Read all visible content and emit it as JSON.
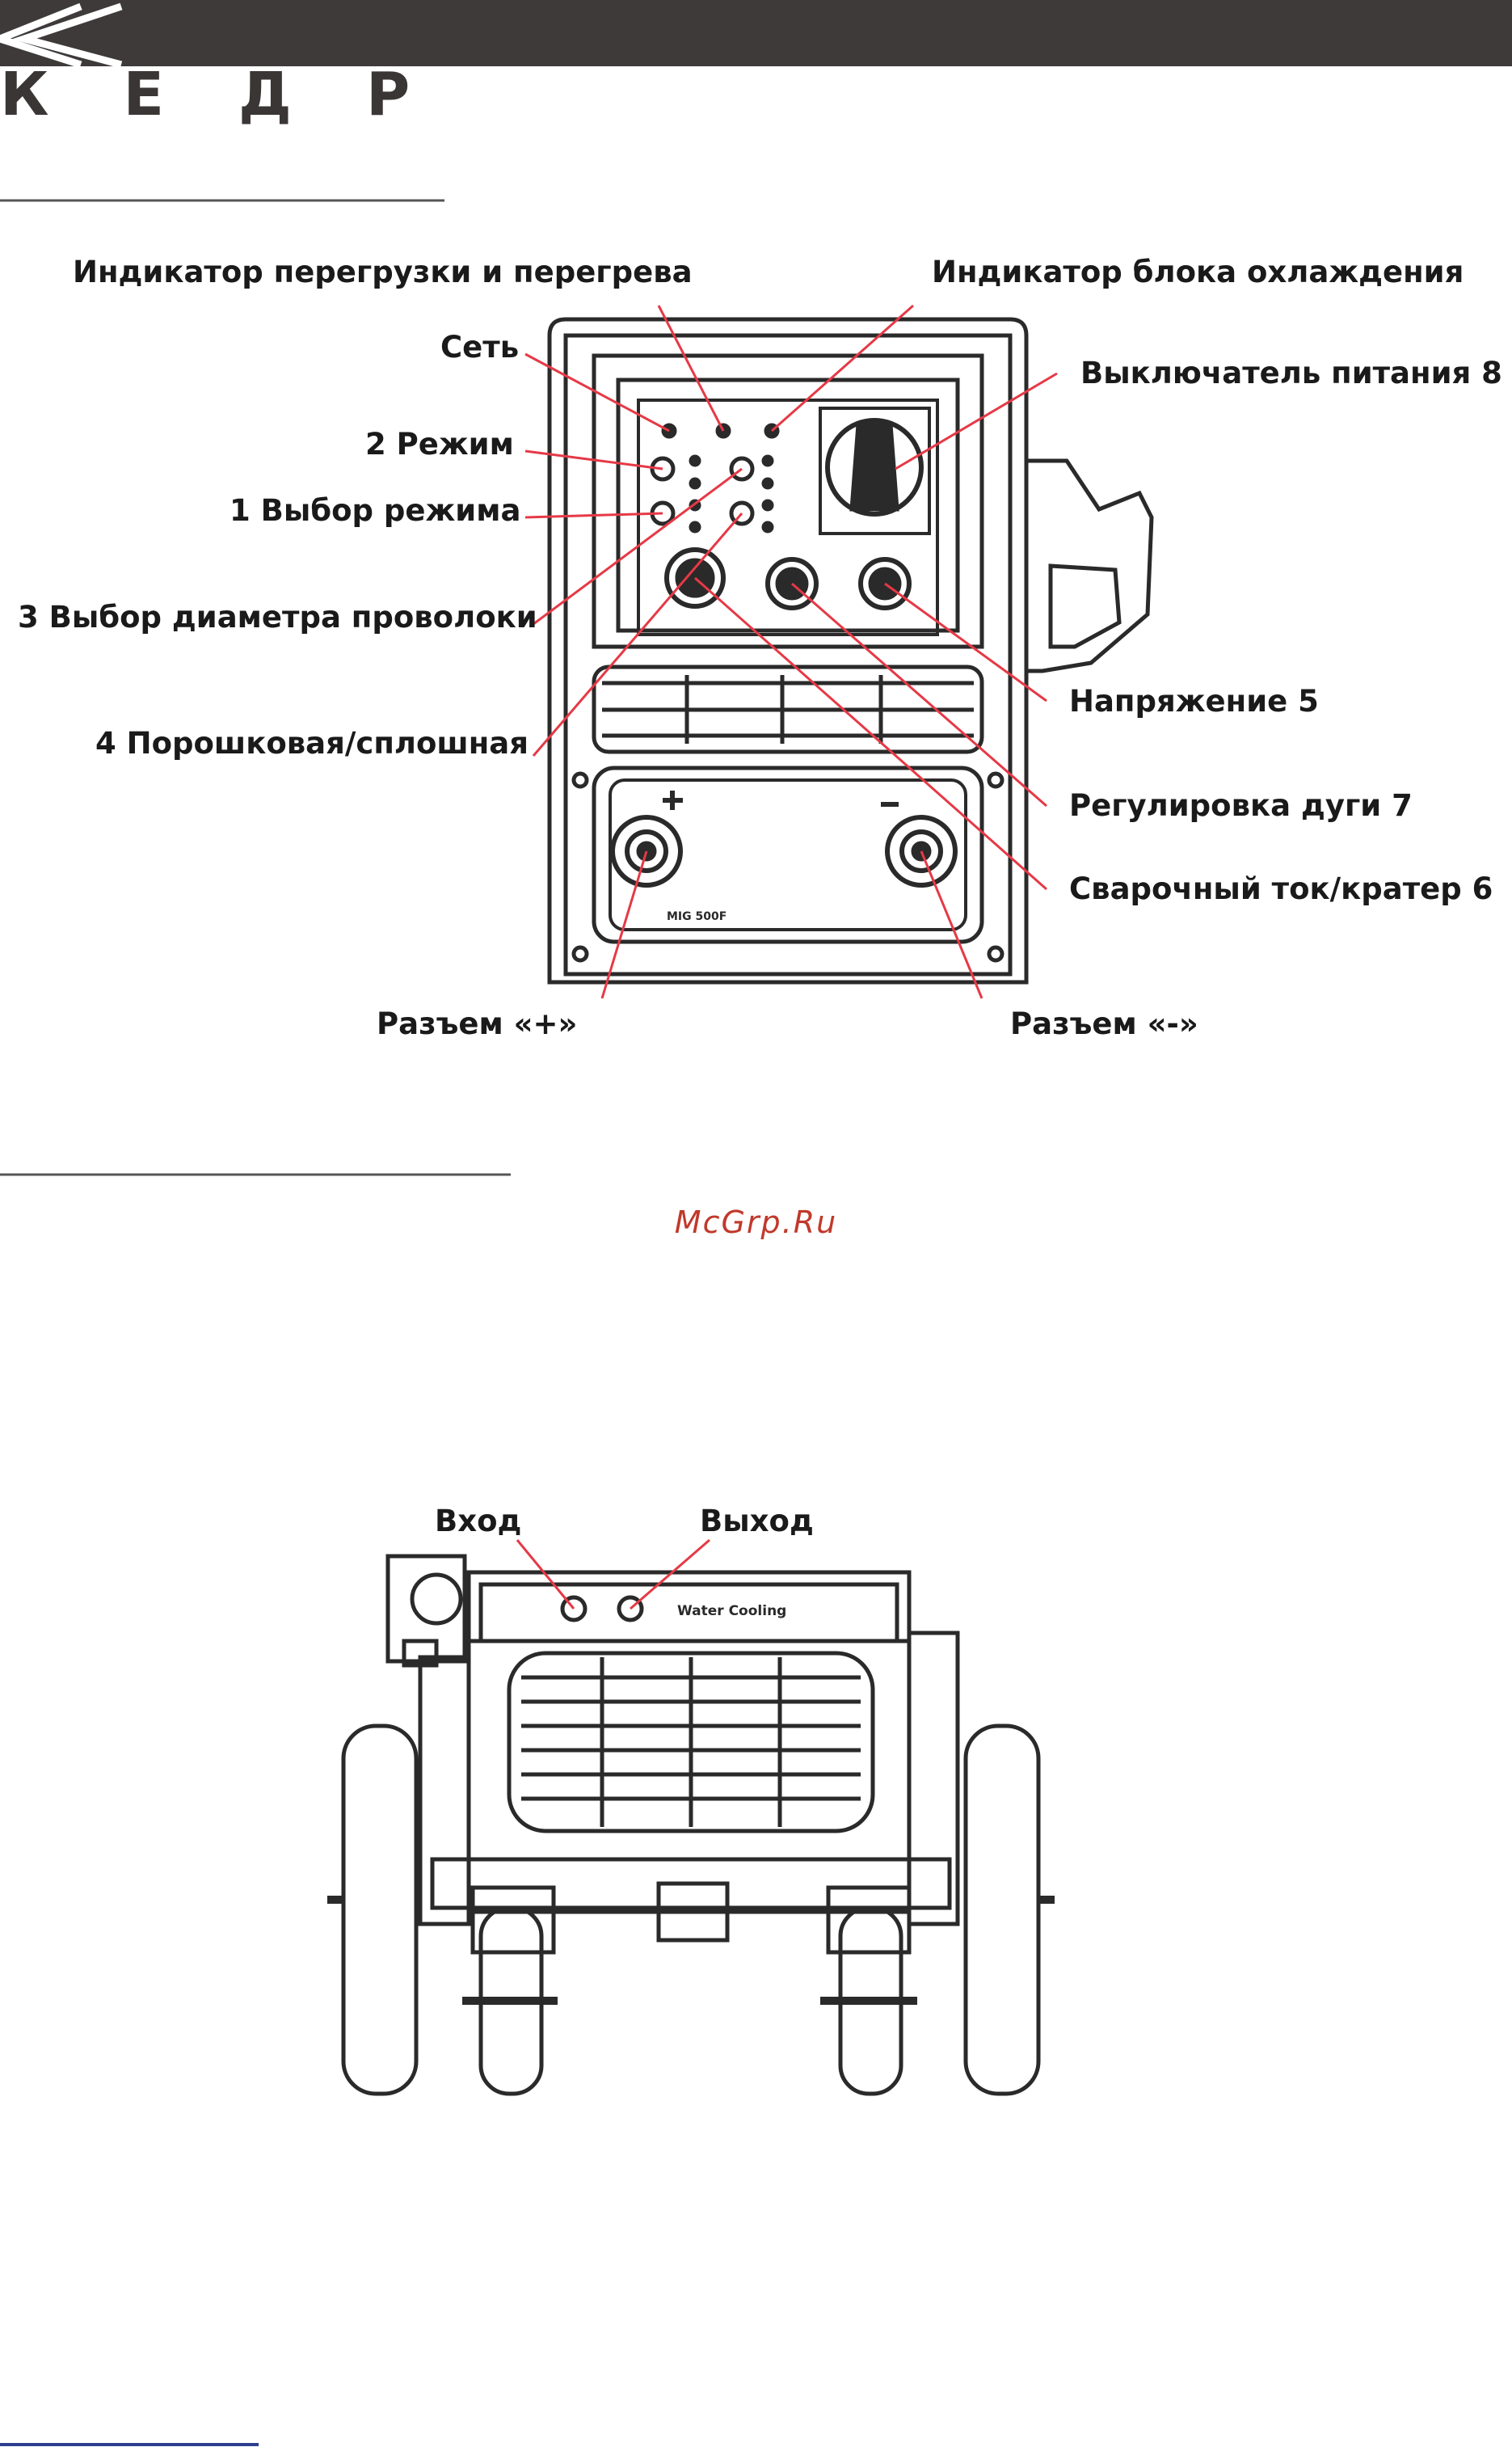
{
  "header": {
    "logo_text": "КЕДР"
  },
  "panel_labels": {
    "overheat_indicator": "Индикатор перегрузки и перегрева",
    "cooling_indicator": "Индикатор блока охлаждения",
    "network": "Сеть",
    "power_switch": "Выключатель питания  8",
    "mode": "2  Режим",
    "mode_select": "1  Выбор режима",
    "wire_diameter": "3  Выбор диаметра проволоки",
    "flux_solid": "4  Порошковая/сплошная",
    "voltage": "Напряжение  5",
    "arc_control": "Регулировка дуги  7",
    "weld_current": "Сварочный ток/кратер  6",
    "socket_plus": "Разъем «+»",
    "socket_minus": "Разъем «-»"
  },
  "watermark": "McGrp.Ru",
  "cooling_labels": {
    "inlet": "Вход",
    "outlet": "Выход",
    "water_cooling": "Water Cooling"
  },
  "device": {
    "model": "MIG 500F"
  },
  "colors": {
    "header_bar": "#3d3a39",
    "leader_line": "#e63946",
    "drawing_stroke": "#2a2a2a"
  }
}
